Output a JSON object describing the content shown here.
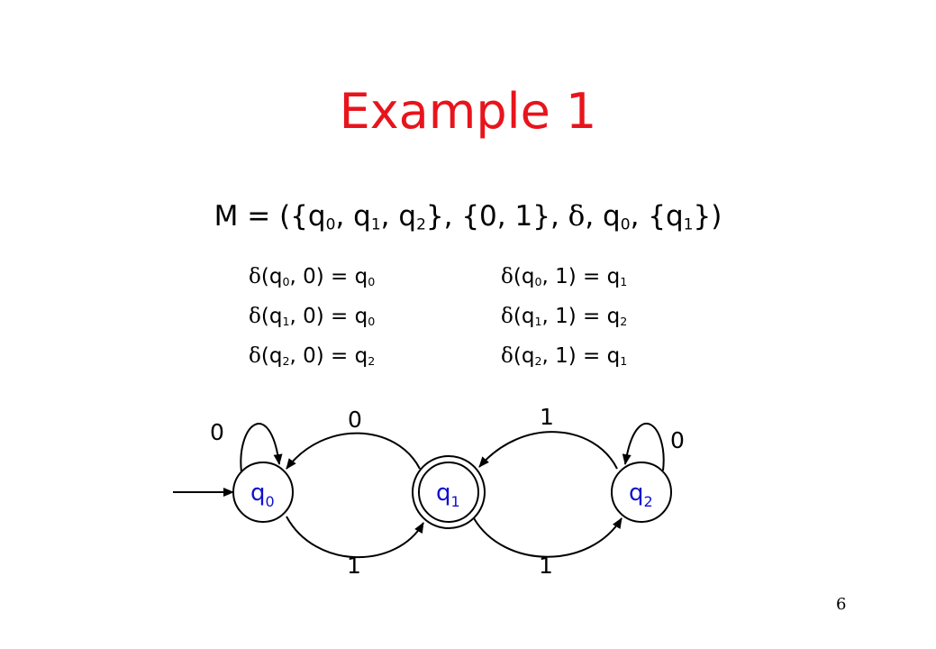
{
  "slide": {
    "title": "Example 1",
    "page_number": "6"
  },
  "definition": {
    "prefix": "M = ({q",
    "s0": "0",
    "sep1": ", q",
    "s1": "1",
    "sep2": ", q",
    "s2": "2",
    "mid": "}, {0, 1}, ",
    "delta": "δ",
    "after_delta": ", q",
    "start": "0",
    "accept_open": ", {q",
    "accept": "1",
    "suffix": "})"
  },
  "transitions": [
    {
      "from": "0",
      "symbol": "0",
      "to": "0"
    },
    {
      "from": "0",
      "symbol": "1",
      "to": "1"
    },
    {
      "from": "1",
      "symbol": "0",
      "to": "0"
    },
    {
      "from": "1",
      "symbol": "1",
      "to": "2"
    },
    {
      "from": "2",
      "symbol": "0",
      "to": "2"
    },
    {
      "from": "2",
      "symbol": "1",
      "to": "1"
    }
  ],
  "diagram": {
    "states": [
      {
        "name": "q",
        "sub": "0"
      },
      {
        "name": "q",
        "sub": "1"
      },
      {
        "name": "q",
        "sub": "2"
      }
    ],
    "edge_labels": {
      "q0_self": "0",
      "q1_to_q0": "0",
      "q0_to_q1": "1",
      "q2_to_q1": "1",
      "q1_to_q2": "1",
      "q2_self": "0"
    },
    "colors": {
      "state_label": "#1010d0",
      "title": "#e8141c",
      "stroke": "#000000"
    }
  }
}
